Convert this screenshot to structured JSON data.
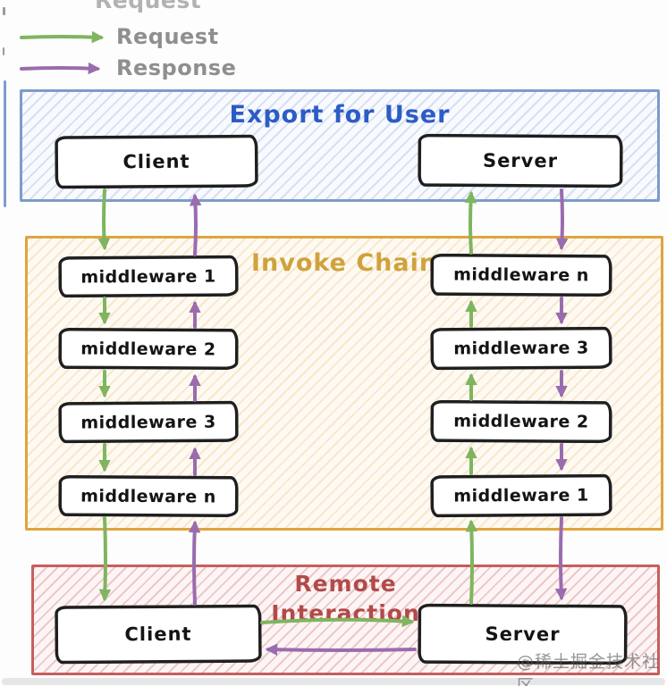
{
  "colors": {
    "request_green": "#7fb55e",
    "response_purple": "#9a6cae",
    "export_section_border": "#7d9cc9",
    "export_title_blue": "#2c5cc5",
    "invoke_section_border": "#e0a43e",
    "invoke_title_gold": "#d0a23c",
    "remote_section_border": "#c75e5e",
    "remote_title_red": "#b24a4a"
  },
  "legend": {
    "request_label": "Request",
    "response_label": "Response",
    "clipped_top_label": "Request"
  },
  "sections": {
    "export_for_user": {
      "title": "Export for User",
      "client_label": "Client",
      "server_label": "Server"
    },
    "invoke_chain": {
      "title": "Invoke Chain",
      "left_column": [
        "middleware 1",
        "middleware 2",
        "middleware 3",
        "middleware n"
      ],
      "right_column": [
        "middleware n",
        "middleware 3",
        "middleware 2",
        "middleware 1"
      ]
    },
    "remote_interaction": {
      "title_line1": "Remote",
      "title_line2": "Interaction",
      "client_label": "Client",
      "server_label": "Server"
    }
  },
  "watermark": "@稀土掘金技术社区"
}
